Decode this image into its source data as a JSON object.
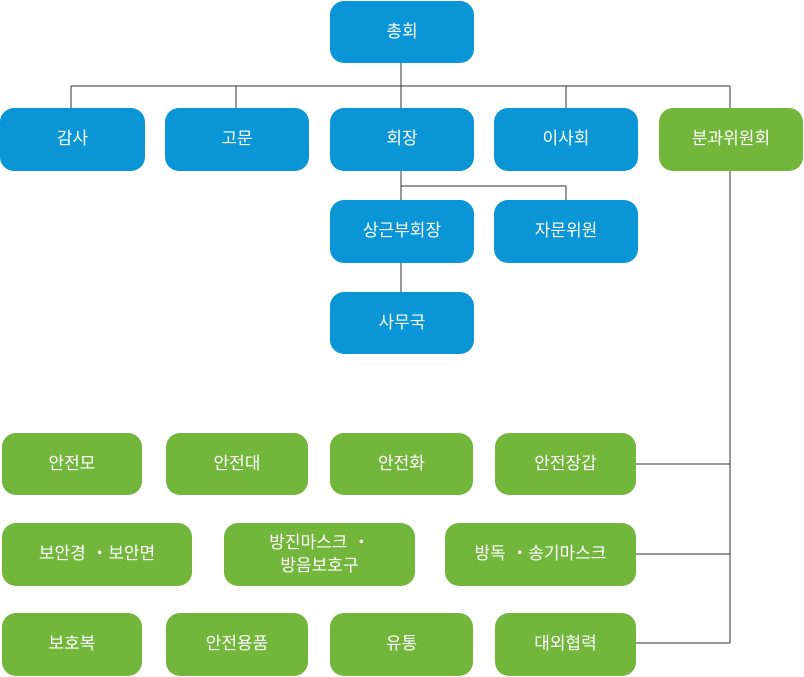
{
  "colors": {
    "blue": "#0a95d6",
    "green": "#72b73c",
    "connector": "#333333"
  },
  "org": {
    "general_assembly": "총회",
    "audit": "감사",
    "advisor": "고문",
    "chairman": "회장",
    "board": "이사회",
    "subcommittee": "분과위원회",
    "standing_vice_chairman": "상근부회장",
    "advisory_committee": "자문위원",
    "secretariat": "사무국"
  },
  "committees": {
    "helmet": "안전모",
    "safety_belt": "안전대",
    "safety_shoes": "안전화",
    "safety_gloves": "안전장갑",
    "goggles_face": "보안경 ・보안면",
    "dust_noise": "방진마스크 ・\n방음보호구",
    "gas_air_mask": "방독 ・송기마스크",
    "protective_clothing": "보호복",
    "safety_supplies": "안전용품",
    "distribution": "유통",
    "external_cooperation": "대외협력"
  }
}
